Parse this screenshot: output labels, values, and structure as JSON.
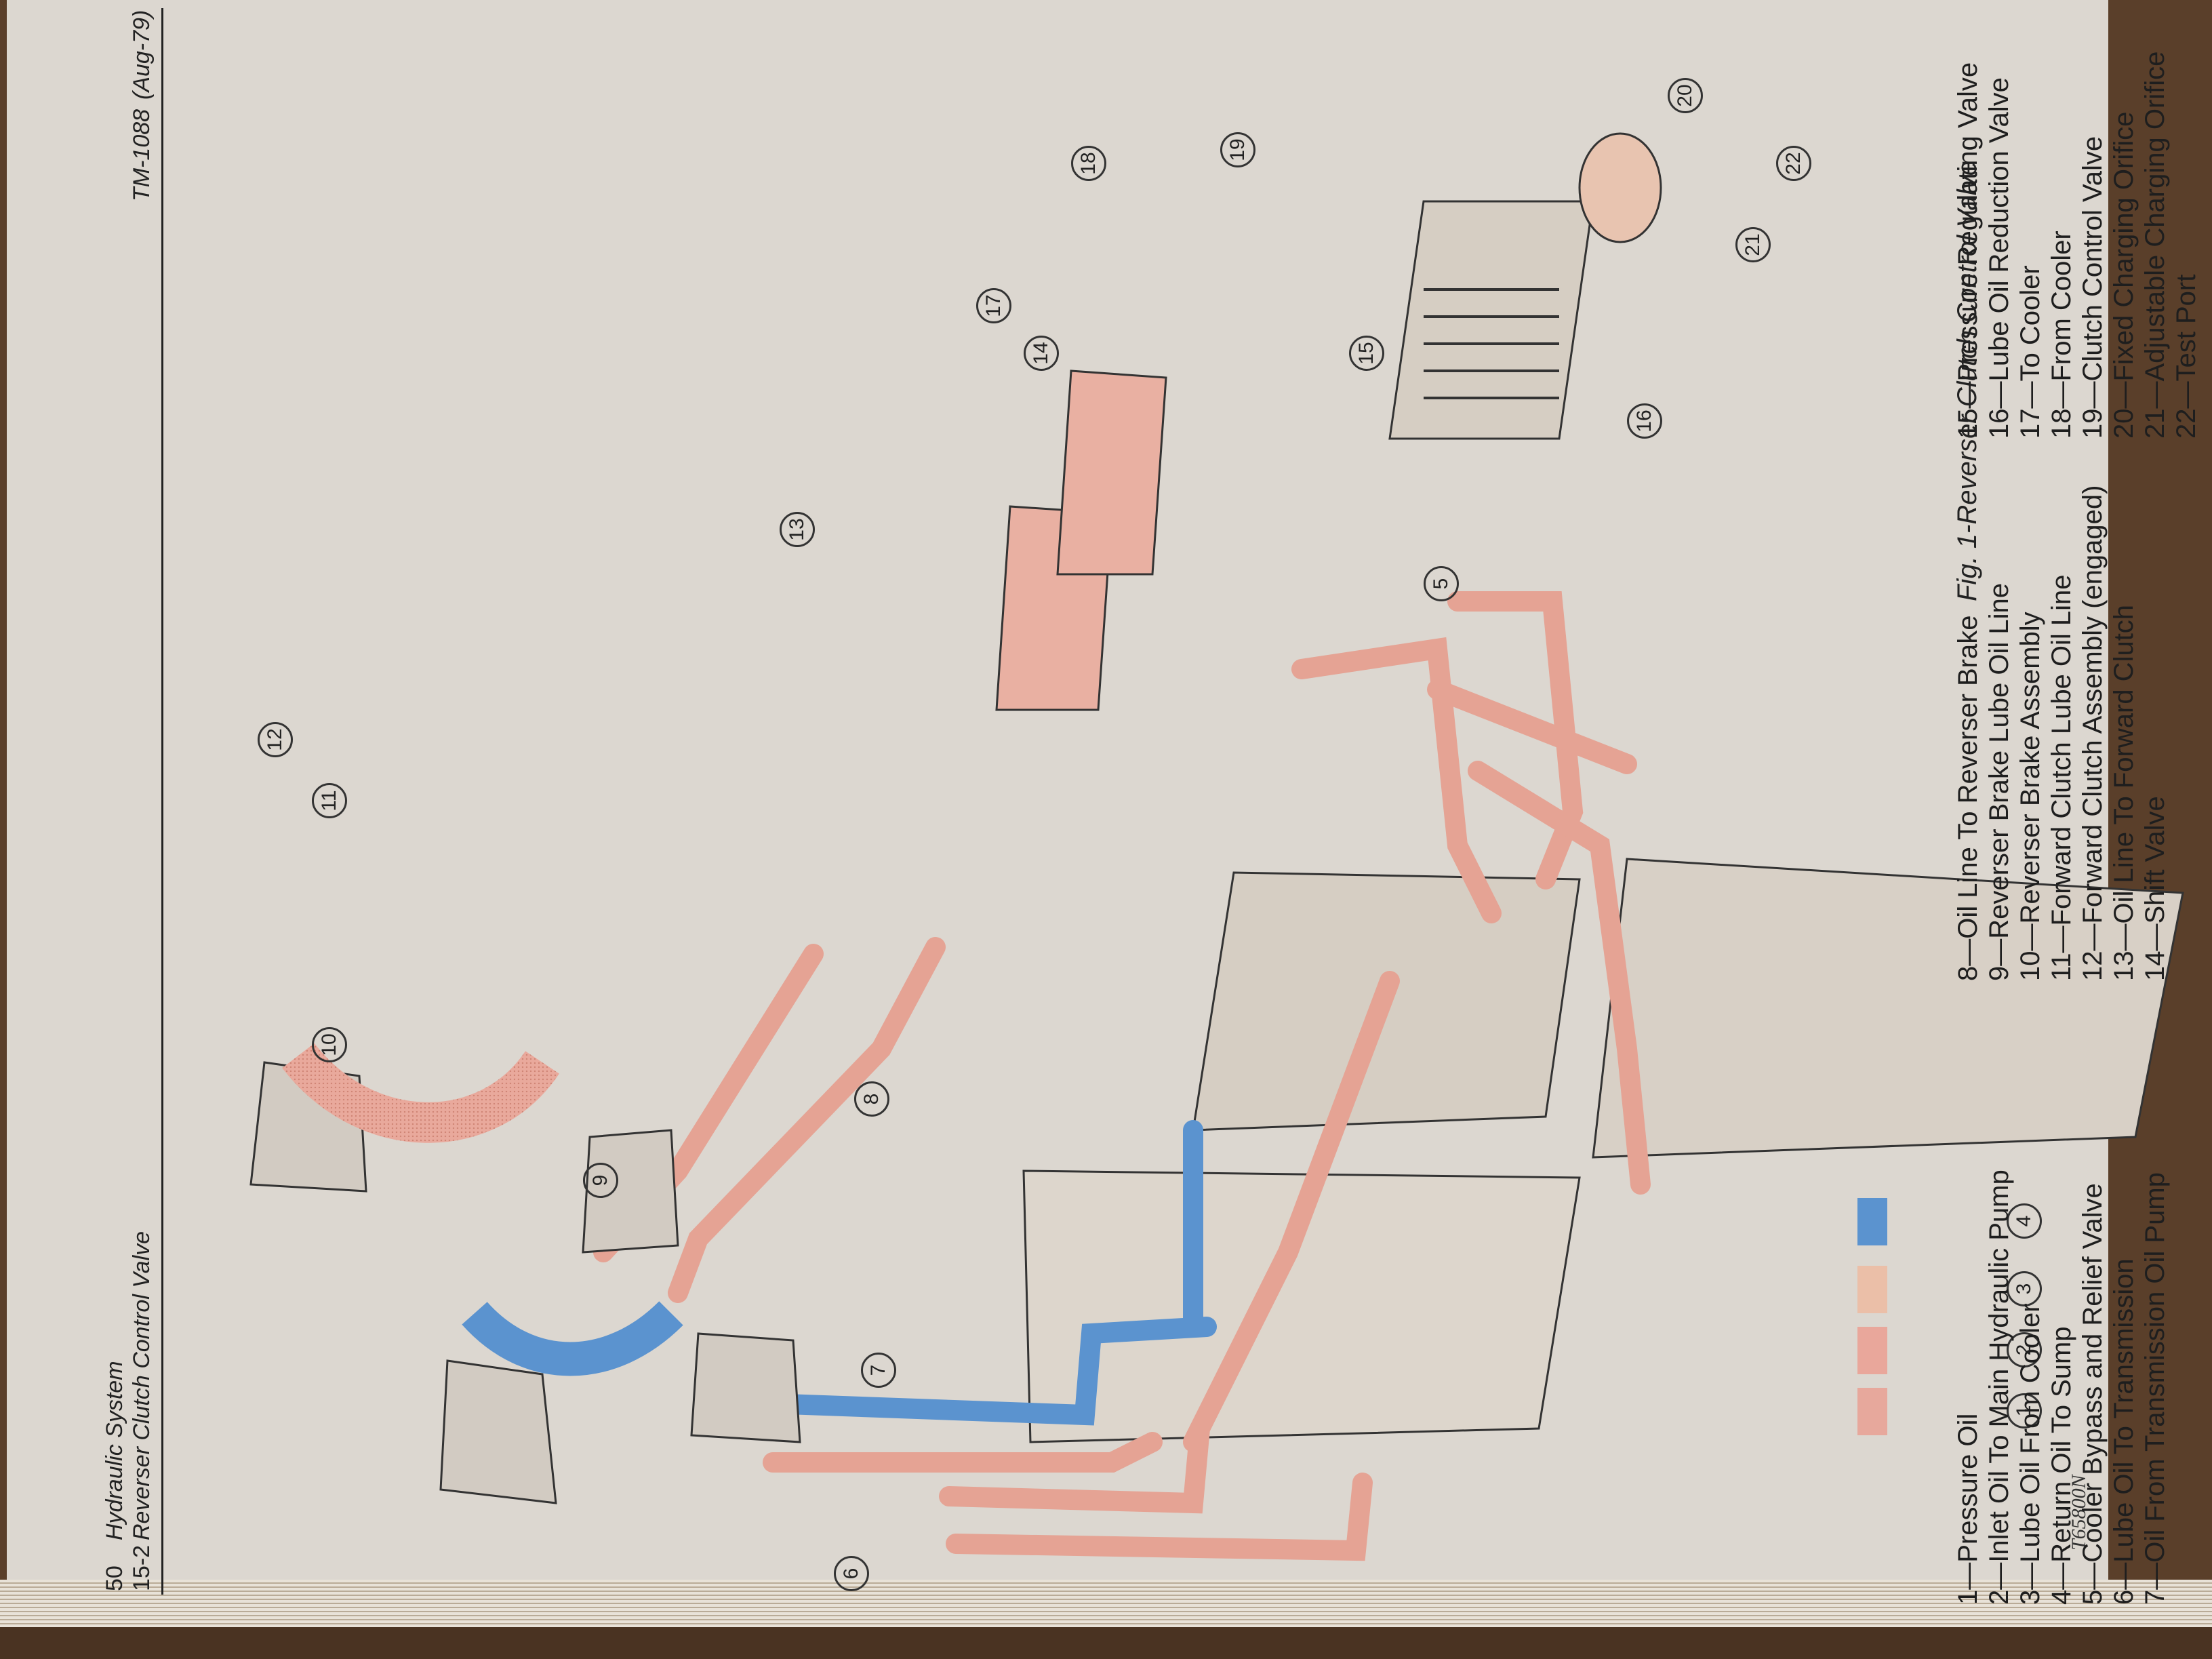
{
  "header": {
    "page_number": "50",
    "section_number": "15-2",
    "system_title": "Hydraulic System",
    "section_title": "Reverser Clutch Control Valve",
    "manual_code": "TM-1088",
    "revision": "(Aug-79)"
  },
  "swatches": [
    {
      "number": "1",
      "color": "#e7a89c"
    },
    {
      "number": "2",
      "color": "#e9a79b"
    },
    {
      "number": "3",
      "color": "#ebbfa8"
    },
    {
      "number": "4",
      "color": "#5b93cf"
    }
  ],
  "legend": {
    "col1": [
      "1—Pressure Oil",
      "2—Inlet Oil To Main Hydraulic Pump",
      "3—Lube Oil From Cooler",
      "4—Return Oil To Sump",
      "5—Cooler Bypass and Relief Valve",
      "6—Lube Oil To Transmission",
      "7—Oil From Transmission Oil Pump"
    ],
    "col2": [
      "8—Oil Line To Reverser Brake",
      "9—Reverser Brake Lube Oil Line",
      "10—Reverser Brake Assembly",
      "11—Forward Clutch Lube Oil Line",
      "12—Forward Clutch Assembly (engaged)",
      "13—Oil Line To Forward Clutch",
      "14—Shift Valve"
    ],
    "col3": [
      "15—Pressure Regulating Valve",
      "16—Lube Oil Reduction Valve",
      "17—To Cooler",
      "18—From Cooler",
      "19—Clutch Control Valve",
      "20—Fixed Charging Orifice",
      "21—Adjustable Charging Orifice",
      "22—Test Port"
    ]
  },
  "figure_id": "T65800N",
  "caption": "Fig. 1-Reverser Clutch Control Valve",
  "callouts": [
    "5",
    "6",
    "7",
    "8",
    "9",
    "10",
    "11",
    "12",
    "13",
    "14",
    "15",
    "16",
    "17",
    "18",
    "19",
    "20",
    "21",
    "22"
  ]
}
